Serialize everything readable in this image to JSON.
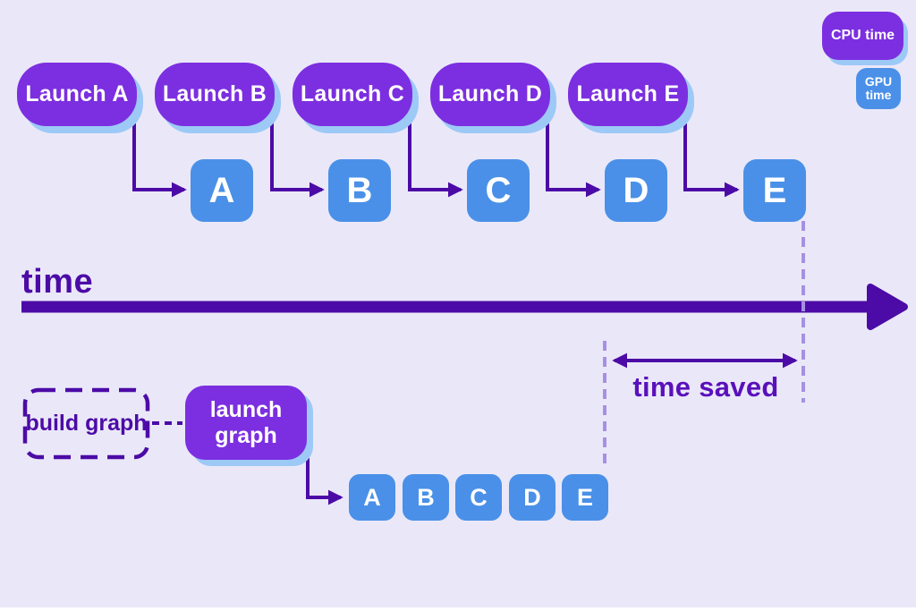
{
  "legend": {
    "cpu_label": "CPU time",
    "gpu_label": "GPU time"
  },
  "top_row": {
    "launch_labels": [
      "Launch A",
      "Launch B",
      "Launch C",
      "Launch D",
      "Launch E"
    ],
    "task_labels": [
      "A",
      "B",
      "C",
      "D",
      "E"
    ]
  },
  "timeline": {
    "axis_label": "time",
    "annotation": "time saved"
  },
  "bottom_row": {
    "build_graph_label": "build graph",
    "launch_graph_label": "launch graph",
    "task_labels": [
      "A",
      "B",
      "C",
      "D",
      "E"
    ]
  },
  "colors": {
    "background": "#eae8f8",
    "cpu_purple": "#7c2fe0",
    "gpu_blue": "#4a90e8",
    "drop_shadow_blue": "#9dc9f7",
    "arrow_deep_purple": "#4c0ba6",
    "annotation_purple": "#5a10bb",
    "dashed_lavender": "#a78fe3",
    "text_white": "#ffffff"
  }
}
